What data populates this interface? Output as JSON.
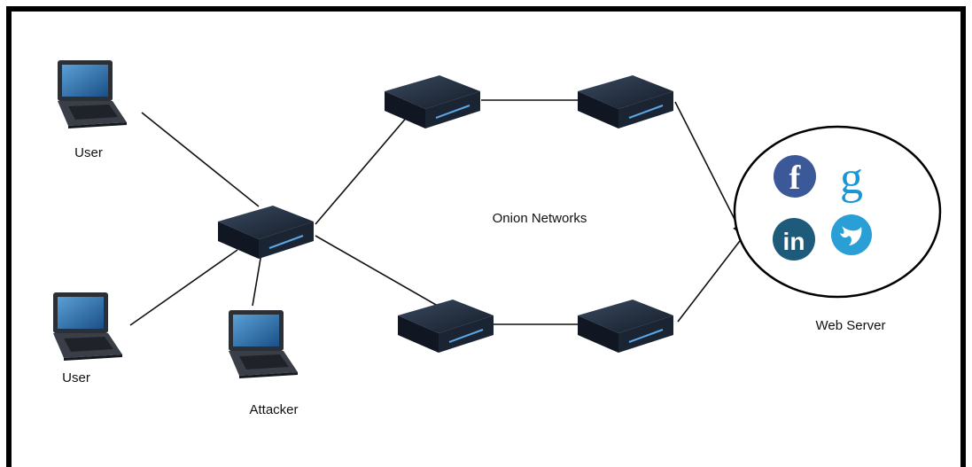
{
  "labels": {
    "user_top": "User",
    "user_bottom": "User",
    "attacker": "Attacker",
    "network": "Onion Networks",
    "server": "Web Server"
  },
  "icons": {
    "user_device": "laptop-icon",
    "attacker_device": "laptop-icon",
    "node": "router-icon",
    "services": [
      "facebook-icon",
      "google-icon",
      "linkedin-icon",
      "swift-icon"
    ]
  },
  "colors": {
    "facebook": "#3b5998",
    "google": "#1a96d4",
    "linkedin": "#1e5a7a",
    "swift": "#2a9fd6",
    "device": "#1e2b3d",
    "line": "#111111"
  }
}
